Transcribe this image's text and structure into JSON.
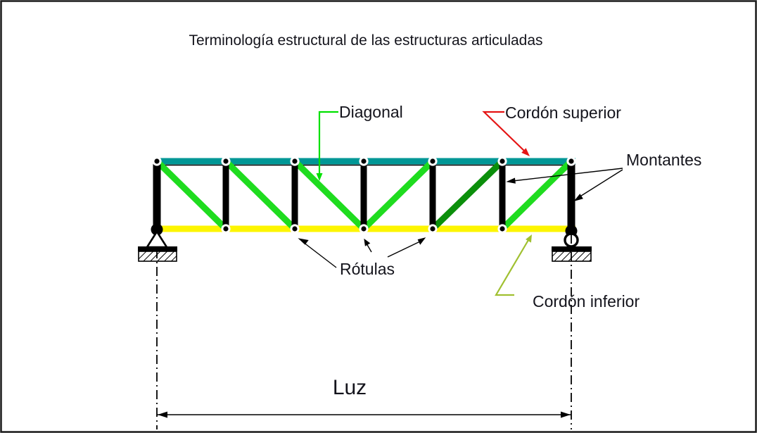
{
  "title": "Terminología estructural de las estructuras articuladas",
  "diagram": {
    "labels": {
      "diagonal": "Diagonal",
      "cordon_superior": "Cordón superior",
      "montantes": "Montantes",
      "rotulas": "Rótulas",
      "cordon_inferior": "Cordón inferior",
      "luz": "Luz"
    },
    "colors": {
      "top_chord": "#009796",
      "bottom_chord": "#fdf500",
      "diagonal_light": "#1fdc1f",
      "diagonal_dark": "#0b8f0b",
      "member_black": "#000000",
      "leader_diagonal": "#00e100",
      "leader_top_chord": "#e51414",
      "leader_bottom_chord": "#a0c030",
      "leader_black": "#000000"
    }
  }
}
